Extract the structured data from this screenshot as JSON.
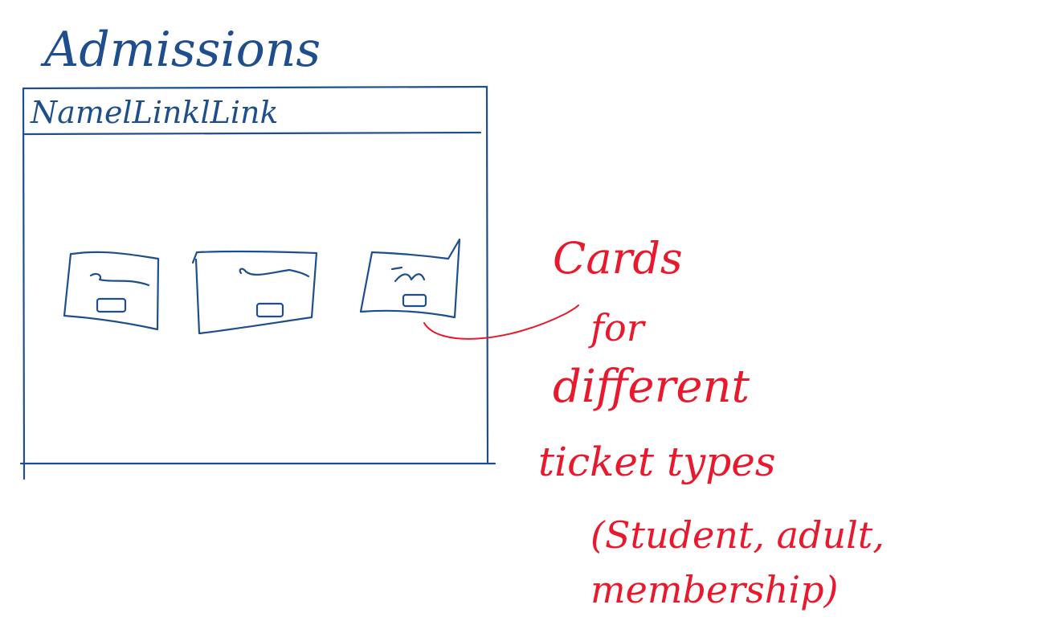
{
  "title": "Admissions",
  "navbar_text": "NamelLinklLink",
  "annotation_lines": [
    "Cards",
    "for",
    "different",
    "ticket types",
    "(Student, adult,",
    "membership)"
  ],
  "colors": {
    "wireframe": "#1f4e8c",
    "annotation": "#e8192c",
    "background": "#ffffff"
  }
}
